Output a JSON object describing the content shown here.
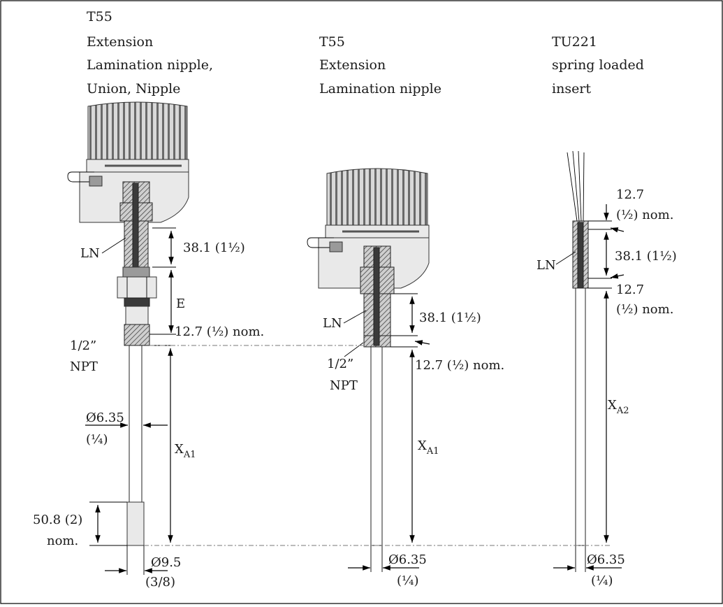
{
  "columns": {
    "left": {
      "title_lines": [
        "T55",
        "Extension",
        "Lamination nipple,",
        "Union, Nipple"
      ],
      "dim_ln_length": "38.1 (1½)",
      "dim_e": "E",
      "dim_thread": "12.7 (½) nom.",
      "thread_label_1": "1/2”",
      "thread_label_2": "NPT",
      "label_ln": "LN",
      "dim_stem_dia_1": "Ø6.35",
      "dim_stem_dia_2": "(¼)",
      "dim_xa_main": "X",
      "dim_xa_sub": "A1",
      "dim_tip_len_1": "50.8 (2)",
      "dim_tip_len_2": "nom.",
      "dim_tip_dia_1": "Ø9.5",
      "dim_tip_dia_2": "(3/8)"
    },
    "middle": {
      "title_lines": [
        "T55",
        "Extension",
        "Lamination nipple"
      ],
      "label_ln": "LN",
      "dim_ln_length": "38.1 (1½)",
      "dim_thread": "12.7 (½) nom.",
      "thread_label_1": "1/2”",
      "thread_label_2": "NPT",
      "dim_xa_main": "X",
      "dim_xa_sub": "A1",
      "dim_dia_1": "Ø6.35",
      "dim_dia_2": "(¼)"
    },
    "right": {
      "title_lines": [
        "TU221",
        "spring loaded",
        "insert"
      ],
      "dim_top_1": "12.7",
      "dim_top_2": "(½) nom.",
      "label_ln": "LN",
      "dim_ln_length": "38.1 (1½)",
      "dim_bottom_1": "12.7",
      "dim_bottom_2": "(½) nom.",
      "dim_xa_main": "X",
      "dim_xa_sub": "A2",
      "dim_dia_1": "Ø6.35",
      "dim_dia_2": "(¼)"
    }
  }
}
